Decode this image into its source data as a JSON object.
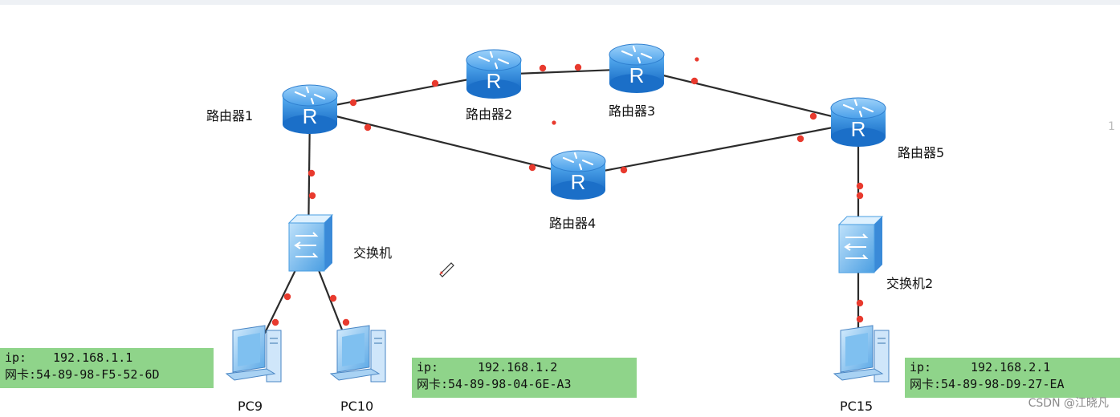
{
  "devices": {
    "r1": {
      "label": "路由器1",
      "type": "router"
    },
    "r2": {
      "label": "路由器2",
      "type": "router"
    },
    "r3": {
      "label": "路由器3",
      "type": "router"
    },
    "r4": {
      "label": "路由器4",
      "type": "router"
    },
    "r5": {
      "label": "路由器5",
      "type": "router"
    },
    "sw1": {
      "label": "交换机",
      "type": "switch"
    },
    "sw2": {
      "label": "交换机2",
      "type": "switch"
    },
    "pc9": {
      "label": "PC9",
      "type": "pc"
    },
    "pc10": {
      "label": "PC10",
      "type": "pc"
    },
    "pc15": {
      "label": "PC15",
      "type": "pc"
    }
  },
  "links": [
    [
      "r1",
      "r2"
    ],
    [
      "r2",
      "r3"
    ],
    [
      "r3",
      "r5"
    ],
    [
      "r1",
      "r4"
    ],
    [
      "r4",
      "r5"
    ],
    [
      "r1",
      "sw1"
    ],
    [
      "sw1",
      "pc9"
    ],
    [
      "sw1",
      "pc10"
    ],
    [
      "r5",
      "sw2"
    ],
    [
      "sw2",
      "pc15"
    ]
  ],
  "info_boxes": {
    "pc9": {
      "ip_key": "ip:",
      "ip": "192.168.1.1",
      "nic_key": "网卡:",
      "nic": "54-89-98-F5-52-6D"
    },
    "pc10": {
      "ip_key": "ip:",
      "ip": "192.168.1.2",
      "nic_key": "网卡:",
      "nic": "54-89-98-04-6E-A3"
    },
    "pc15": {
      "ip_key": "ip:",
      "ip": "192.168.2.1",
      "nic_key": "网卡:",
      "nic": "54-89-98-D9-27-EA"
    }
  },
  "watermark": "CSDN @江晓凡",
  "edge_glyph": "1",
  "colors": {
    "link": "#2b2b2b",
    "port_dot": "#e83a2e",
    "device_blue": "#2f8fe0",
    "info_bg": "#8fd48a"
  }
}
